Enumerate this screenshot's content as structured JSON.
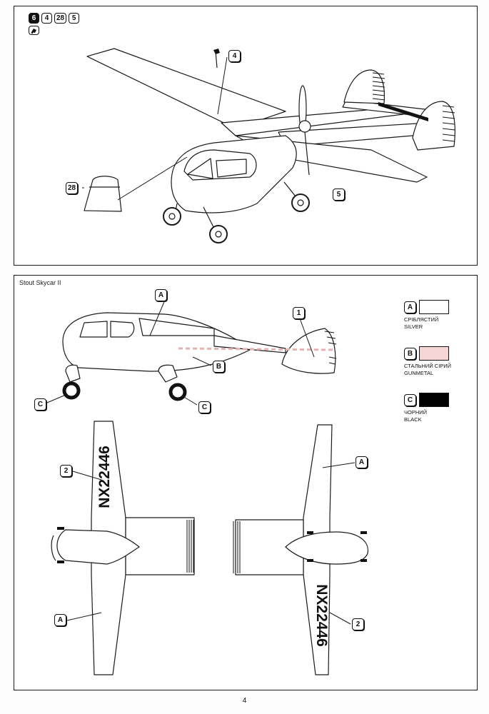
{
  "step": {
    "badges": [
      "6",
      "4",
      "28",
      "5"
    ]
  },
  "assembly_parts": {
    "p4": "4",
    "p28": "28",
    "p5": "5"
  },
  "model_title": "Stout Skycar II",
  "paint_callouts": {
    "a": "A",
    "b": "B",
    "c": "C"
  },
  "decal_callouts": {
    "d1": "1",
    "d2": "2"
  },
  "registration": "NX22446",
  "legend": [
    {
      "code": "A",
      "name_uk": "СРІБЛЯСТИЙ",
      "name_en": "SILVER",
      "color": "#ffffff"
    },
    {
      "code": "B",
      "name_uk": "СТАЛЬНИЙ СІРИЙ",
      "name_en": "GUNMETAL",
      "color": "#f6d6d6"
    },
    {
      "code": "C",
      "name_uk": "ЧОРНИЙ",
      "name_en": "BLACK",
      "color": "#000000"
    }
  ],
  "page_number": "4"
}
